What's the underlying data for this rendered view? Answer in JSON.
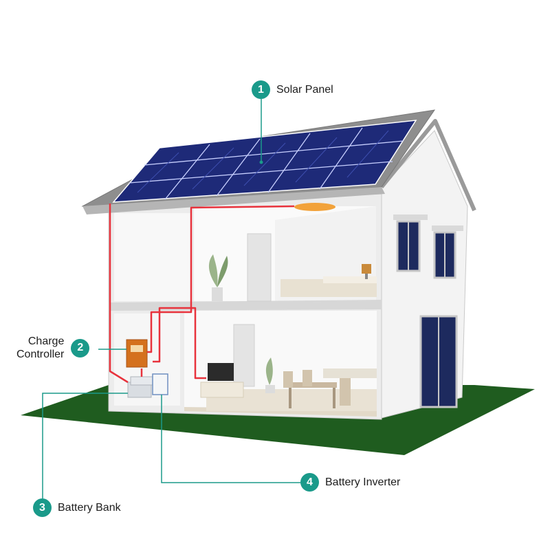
{
  "callouts": [
    {
      "number": "1",
      "label": "Solar Panel"
    },
    {
      "number": "2",
      "label_line1": "Charge",
      "label_line2": "Controller"
    },
    {
      "number": "3",
      "label": "Battery Bank"
    },
    {
      "number": "4",
      "label": "Battery Inverter"
    }
  ],
  "colors": {
    "accent": "#1a9a8a",
    "wire": "#e8323c",
    "lawn": "#1f5c1f",
    "panel": "#1e2a78",
    "roof": "#8e8e8e"
  }
}
